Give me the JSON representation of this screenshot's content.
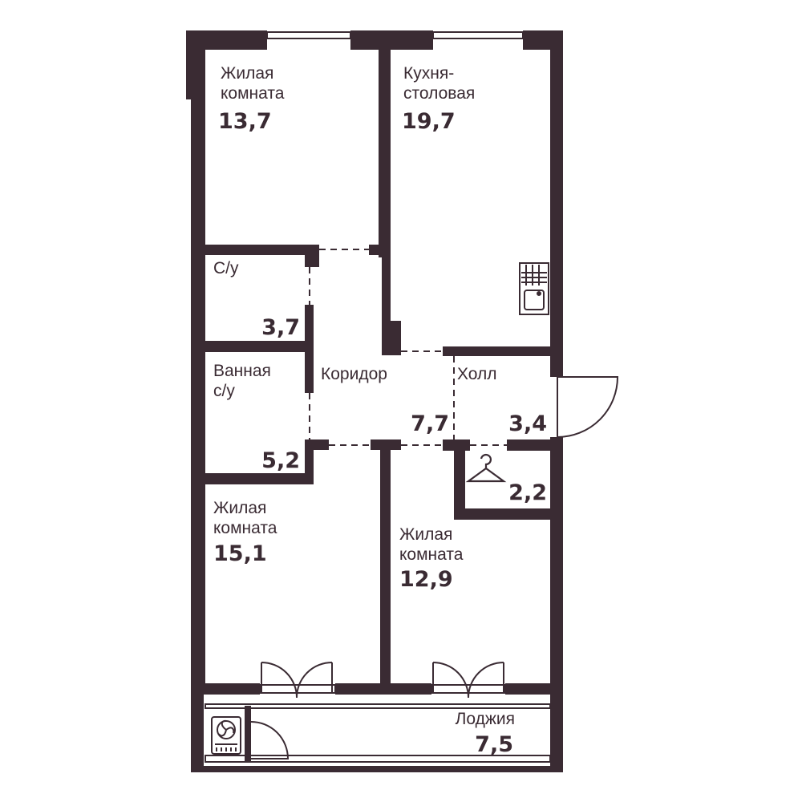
{
  "colors": {
    "wall": "#3a2b33",
    "background": "#ffffff",
    "text": "#3a2b33"
  },
  "rooms": {
    "living_1": {
      "label": "Жилая\nкомната",
      "area": "13,7"
    },
    "kitchen": {
      "label": "Кухня-\nстоловая",
      "area": "19,7"
    },
    "wc": {
      "label": "С/у",
      "area": "3,7"
    },
    "bathroom": {
      "label": "Ванная\nс/у",
      "area": "5,2"
    },
    "corridor": {
      "label": "Коридор",
      "area": "7,7"
    },
    "hall": {
      "label": "Холл",
      "area": "3,4"
    },
    "wardrobe": {
      "area": "2,2"
    },
    "living_2": {
      "label": "Жилая\nкомната",
      "area": "15,1"
    },
    "living_3": {
      "label": "Жилая\nкомната",
      "area": "12,9"
    },
    "loggia": {
      "label": "Лоджия",
      "area": "7,5"
    }
  },
  "icons": {
    "sink": "sink-icon",
    "hanger": "hanger-icon",
    "ac_unit": "air-conditioner-icon"
  }
}
